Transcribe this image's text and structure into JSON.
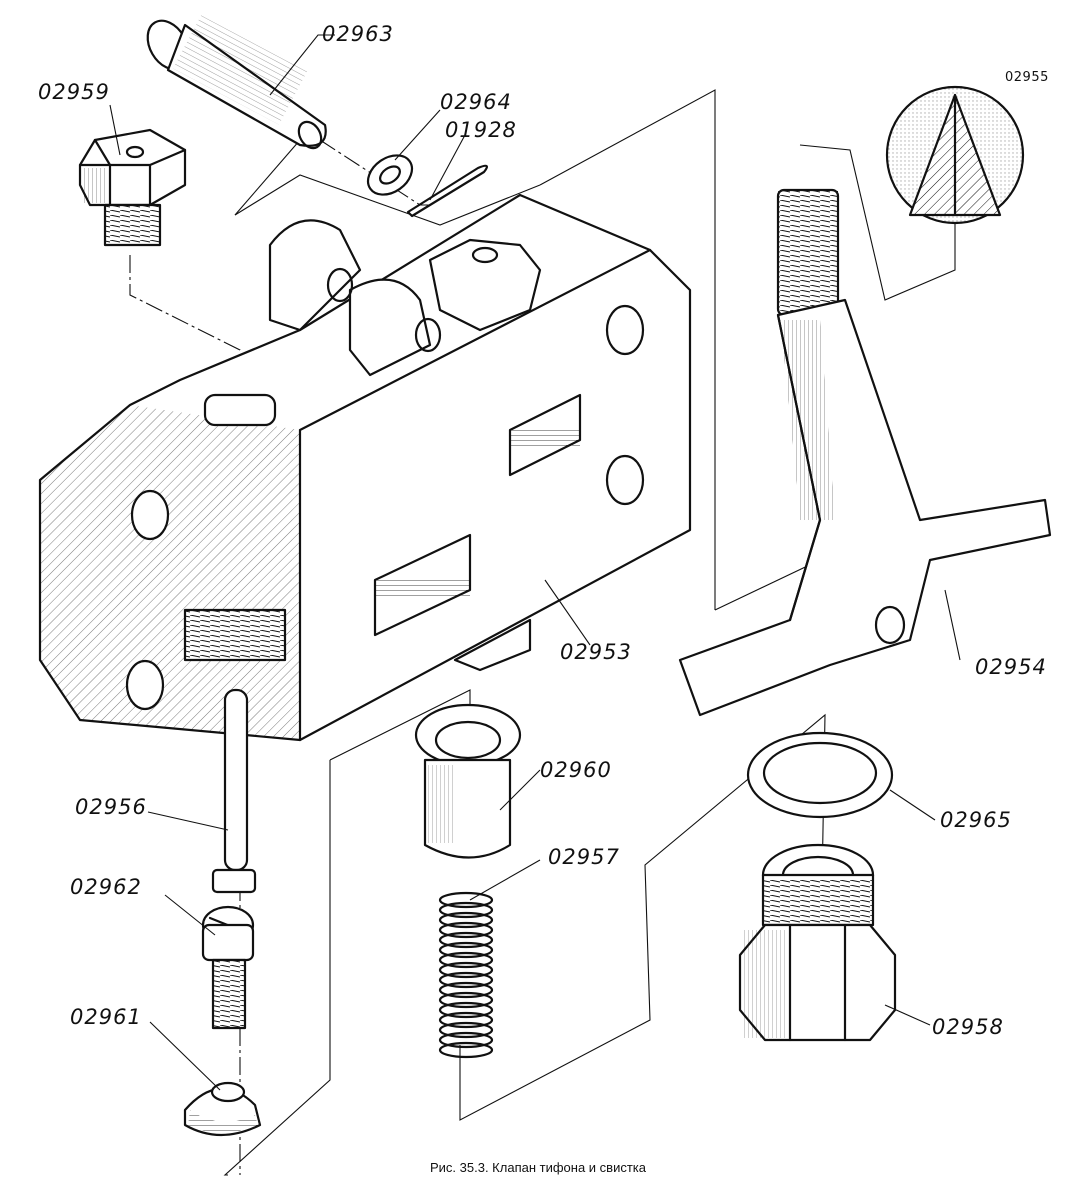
{
  "diagram": {
    "caption": "Рис. 35.3. Клапан тифона и свистка",
    "colors": {
      "ink": "#111111",
      "paper": "#ffffff"
    },
    "parts": [
      {
        "id": "02963",
        "label": "02963"
      },
      {
        "id": "02959",
        "label": "02959"
      },
      {
        "id": "02964",
        "label": "02964"
      },
      {
        "id": "01928",
        "label": "01928"
      },
      {
        "id": "02955",
        "label": "02955"
      },
      {
        "id": "02953",
        "label": "02953"
      },
      {
        "id": "02954",
        "label": "02954"
      },
      {
        "id": "02960",
        "label": "02960"
      },
      {
        "id": "02956",
        "label": "02956"
      },
      {
        "id": "02957",
        "label": "02957"
      },
      {
        "id": "02965",
        "label": "02965"
      },
      {
        "id": "02962",
        "label": "02962"
      },
      {
        "id": "02958",
        "label": "02958"
      },
      {
        "id": "02961",
        "label": "02961"
      }
    ]
  }
}
